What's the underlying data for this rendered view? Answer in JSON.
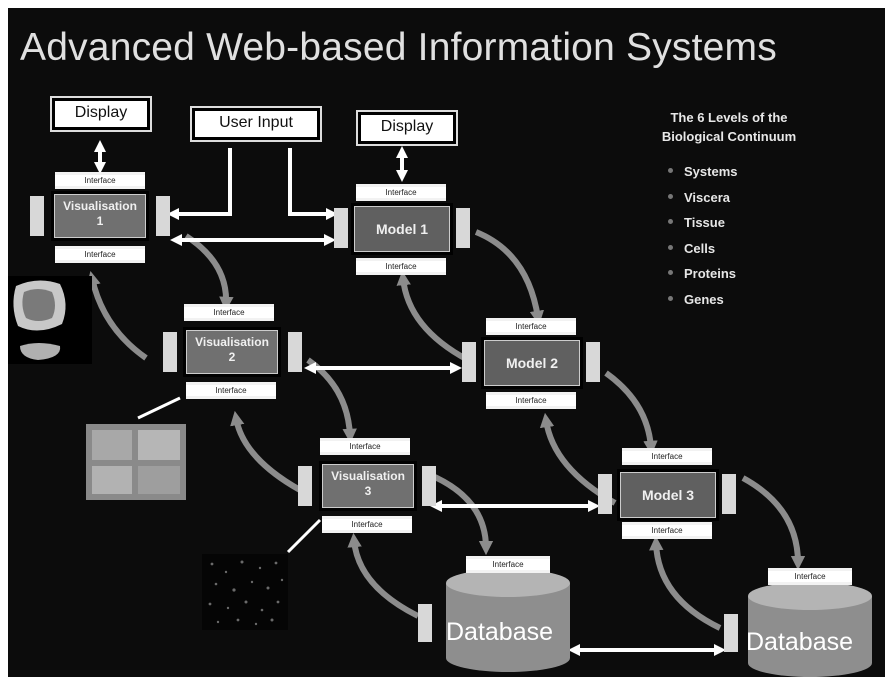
{
  "title": "Advanced Web-based Information Systems",
  "levels": {
    "heading_line1": "The 6 Levels of the",
    "heading_line2": "Biological Continuum",
    "items": [
      "Systems",
      "Viscera",
      "Tissue",
      "Cells",
      "Proteins",
      "Genes"
    ]
  },
  "io_boxes": {
    "display_left": "Display",
    "user_input": "User Input",
    "display_right": "Display"
  },
  "nodes": {
    "vis1": {
      "line1": "Visualisation",
      "line2": "1"
    },
    "vis2": {
      "line1": "Visualisation",
      "line2": "2"
    },
    "vis3": {
      "line1": "Visualisation",
      "line2": "3"
    },
    "model1": "Model 1",
    "model2": "Model 2",
    "model3": "Model 3"
  },
  "interface_label": "Interface",
  "databases": {
    "left": "Database",
    "right": "Database"
  },
  "colors": {
    "background": "#0c0c0c",
    "arrow": "#8c8c8c",
    "node": "#707070",
    "white": "#ffffff"
  }
}
